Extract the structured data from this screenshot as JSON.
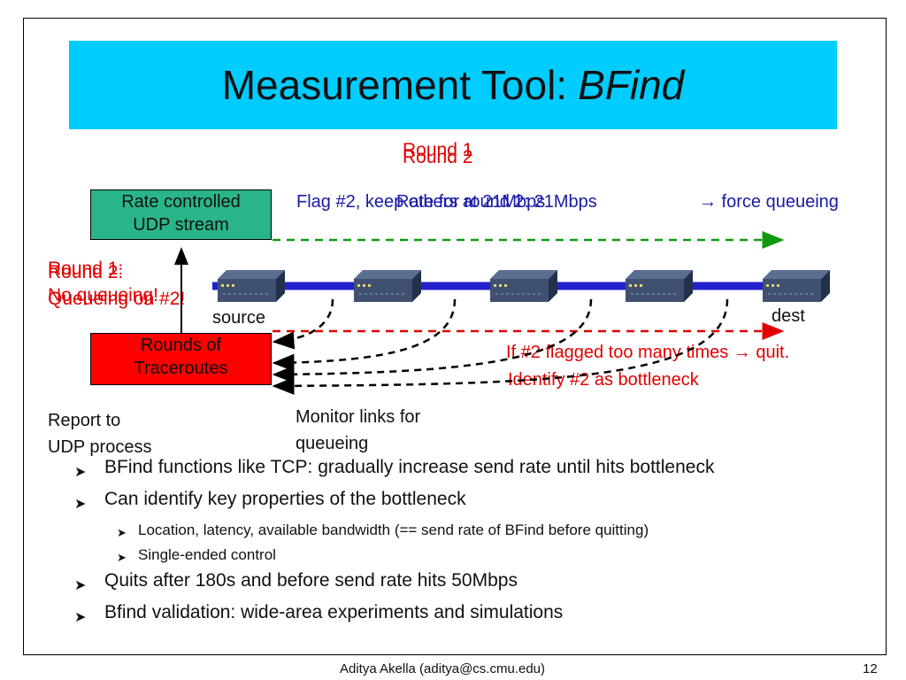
{
  "slide": {
    "title_plain": "Measurement Tool:",
    "title_italic": "BFind",
    "round_label_top_a": "Round 1",
    "round_label_top_b": "Round 2",
    "flag_line_prefix": "Flag #2, keep others at 21Mbps",
    "flag_line_overlap": "Rate for round 2: 21Mbps",
    "flag_line_suffix": "→ force queueing",
    "round_left_a": "Round 1:",
    "round_left_b": "Round 2:",
    "queue_text_a": "No queueing!",
    "queue_text_b": "Queueing on #2!",
    "udp_box": [
      "Rate controlled",
      "UDP stream"
    ],
    "traceroute_box": [
      "Rounds of",
      "Traceroutes"
    ],
    "source_label": "source",
    "dest_label": "dest",
    "quit_line": "If #2 flagged too many times → quit.",
    "identify_line": "Identify #2 as bottleneck",
    "report_label": [
      "Report to",
      "UDP process"
    ],
    "monitor_label": [
      "Monitor links for",
      "queueing"
    ]
  },
  "bullets": [
    {
      "level": 1,
      "text": "BFind functions like TCP: gradually increase send rate until hits bottleneck"
    },
    {
      "level": 1,
      "text": "Can identify key properties of the bottleneck"
    },
    {
      "level": 2,
      "text": "Location, latency, available bandwidth (== send rate of BFind before quitting)"
    },
    {
      "level": 2,
      "text": "Single-ended control"
    },
    {
      "level": 1,
      "text": "Quits after 180s and before send rate hits 50Mbps"
    },
    {
      "level": 1,
      "text": "Bfind validation: wide-area experiments and simulations"
    }
  ],
  "footer": {
    "author": "Aditya Akella (aditya@cs.cmu.edu)",
    "page_number": "12"
  },
  "colors": {
    "title_background": "#00ccff",
    "udp_box": "#2ab48a",
    "traceroute_box": "#ff0000",
    "accent_red": "#e00000",
    "accent_blue": "#1a1aa6",
    "link_blue": "#2222cc",
    "green_arrow": "#119911"
  },
  "icons": [
    "router-icon",
    "bullet-arrow-icon",
    "right-arrow-icon"
  ]
}
